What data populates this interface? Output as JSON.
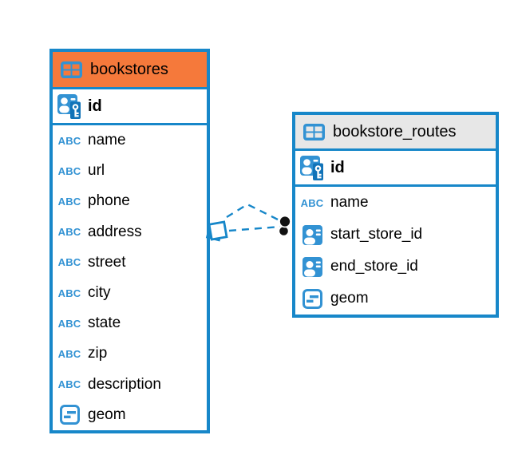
{
  "colors": {
    "border_blue": "#1787c9",
    "icon_blue": "#3292d3",
    "key_badge_blue": "#1173b8",
    "header_orange": "#f5793b",
    "header_gray": "#e7e7e7",
    "relation_dot_black": "#111111",
    "background": "#ffffff"
  },
  "diagram": {
    "tables": [
      {
        "title": "bookstores",
        "header_color": "#f5793b",
        "primary_key": {
          "label": "id",
          "type": "primary-key"
        },
        "columns": [
          {
            "label": "name",
            "type": "text"
          },
          {
            "label": "url",
            "type": "text"
          },
          {
            "label": "phone",
            "type": "text"
          },
          {
            "label": "address",
            "type": "text"
          },
          {
            "label": "street",
            "type": "text"
          },
          {
            "label": "city",
            "type": "text"
          },
          {
            "label": "state",
            "type": "text"
          },
          {
            "label": "zip",
            "type": "text"
          },
          {
            "label": "description",
            "type": "text"
          },
          {
            "label": "geom",
            "type": "geometry"
          }
        ]
      },
      {
        "title": "bookstore_routes",
        "header_color": "#e7e7e7",
        "primary_key": {
          "label": "id",
          "type": "primary-key"
        },
        "columns": [
          {
            "label": "name",
            "type": "text"
          },
          {
            "label": "start_store_id",
            "type": "foreign-key"
          },
          {
            "label": "end_store_id",
            "type": "foreign-key"
          },
          {
            "label": "geom",
            "type": "geometry"
          }
        ]
      }
    ],
    "relation": {
      "from_table": "bookstores",
      "to_table": "bookstore_routes",
      "line_style": "dashed",
      "endpoint_dots": 2
    },
    "type_icon_text": "ABC"
  }
}
